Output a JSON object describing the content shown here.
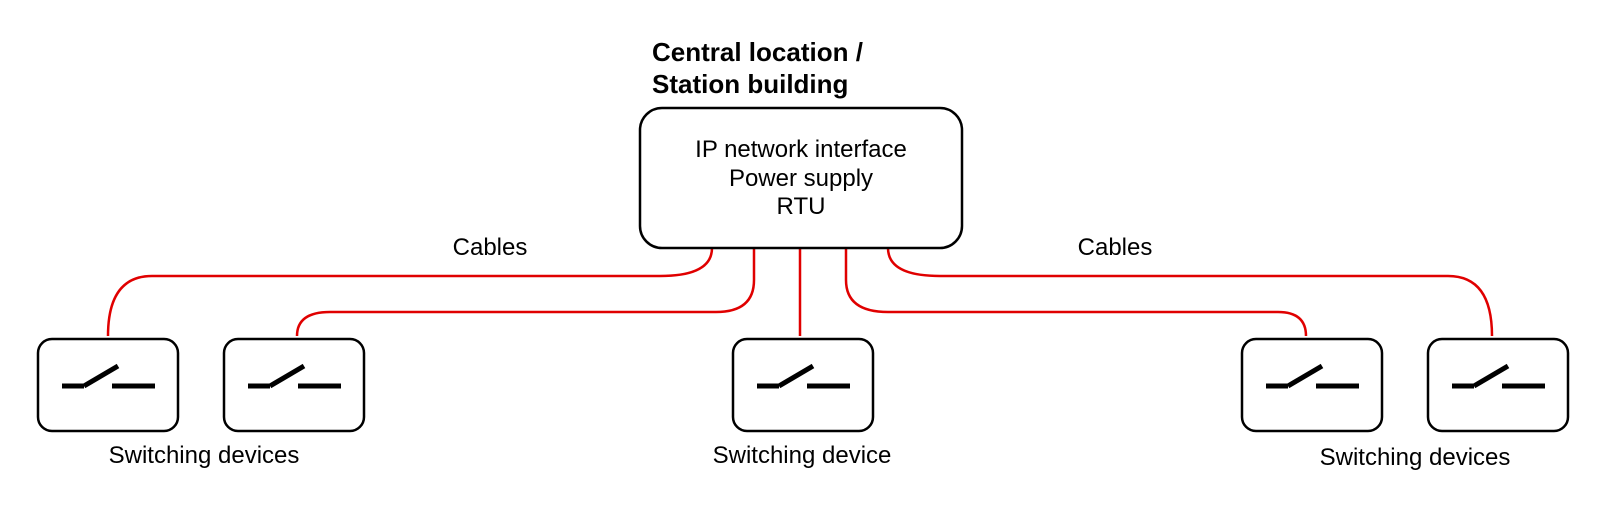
{
  "title_lines": [
    "Central location /",
    "Station building"
  ],
  "central_lines": [
    "IP network interface",
    "Power supply",
    "RTU"
  ],
  "cables_label": "Cables",
  "device_group_plural": "Switching devices",
  "device_group_single": "Switching device",
  "colors": {
    "cable": "#e00000",
    "outline": "#000000"
  },
  "icons": {
    "switch": "open-switch-icon"
  }
}
